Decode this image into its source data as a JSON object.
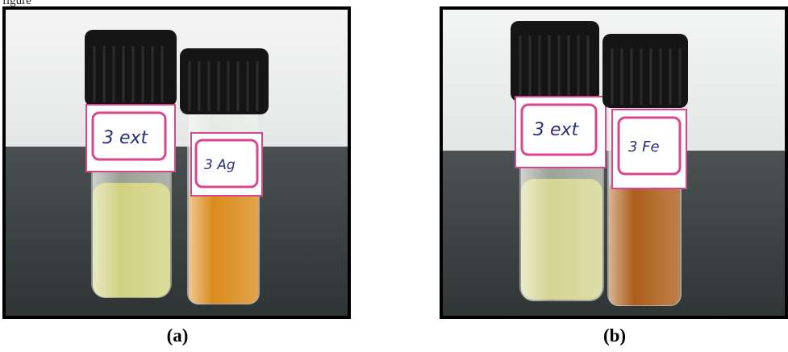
{
  "top_note": "figure",
  "panels": [
    {
      "caption": "(a)",
      "vials": [
        {
          "label": "3 ext",
          "liquid_color": "#cfcf7c"
        },
        {
          "label": "3 Ag",
          "liquid_color": "#d9850f"
        }
      ]
    },
    {
      "caption": "(b)",
      "vials": [
        {
          "label": "3 ext",
          "liquid_color": "#d2d28d"
        },
        {
          "label": "3 Fe",
          "liquid_color": "#a8560f"
        }
      ]
    }
  ],
  "colors": {
    "background_wall": "#eef0ef",
    "table_surface": "#3d4344",
    "cap": "#151515",
    "label_border": "#d8468c"
  }
}
